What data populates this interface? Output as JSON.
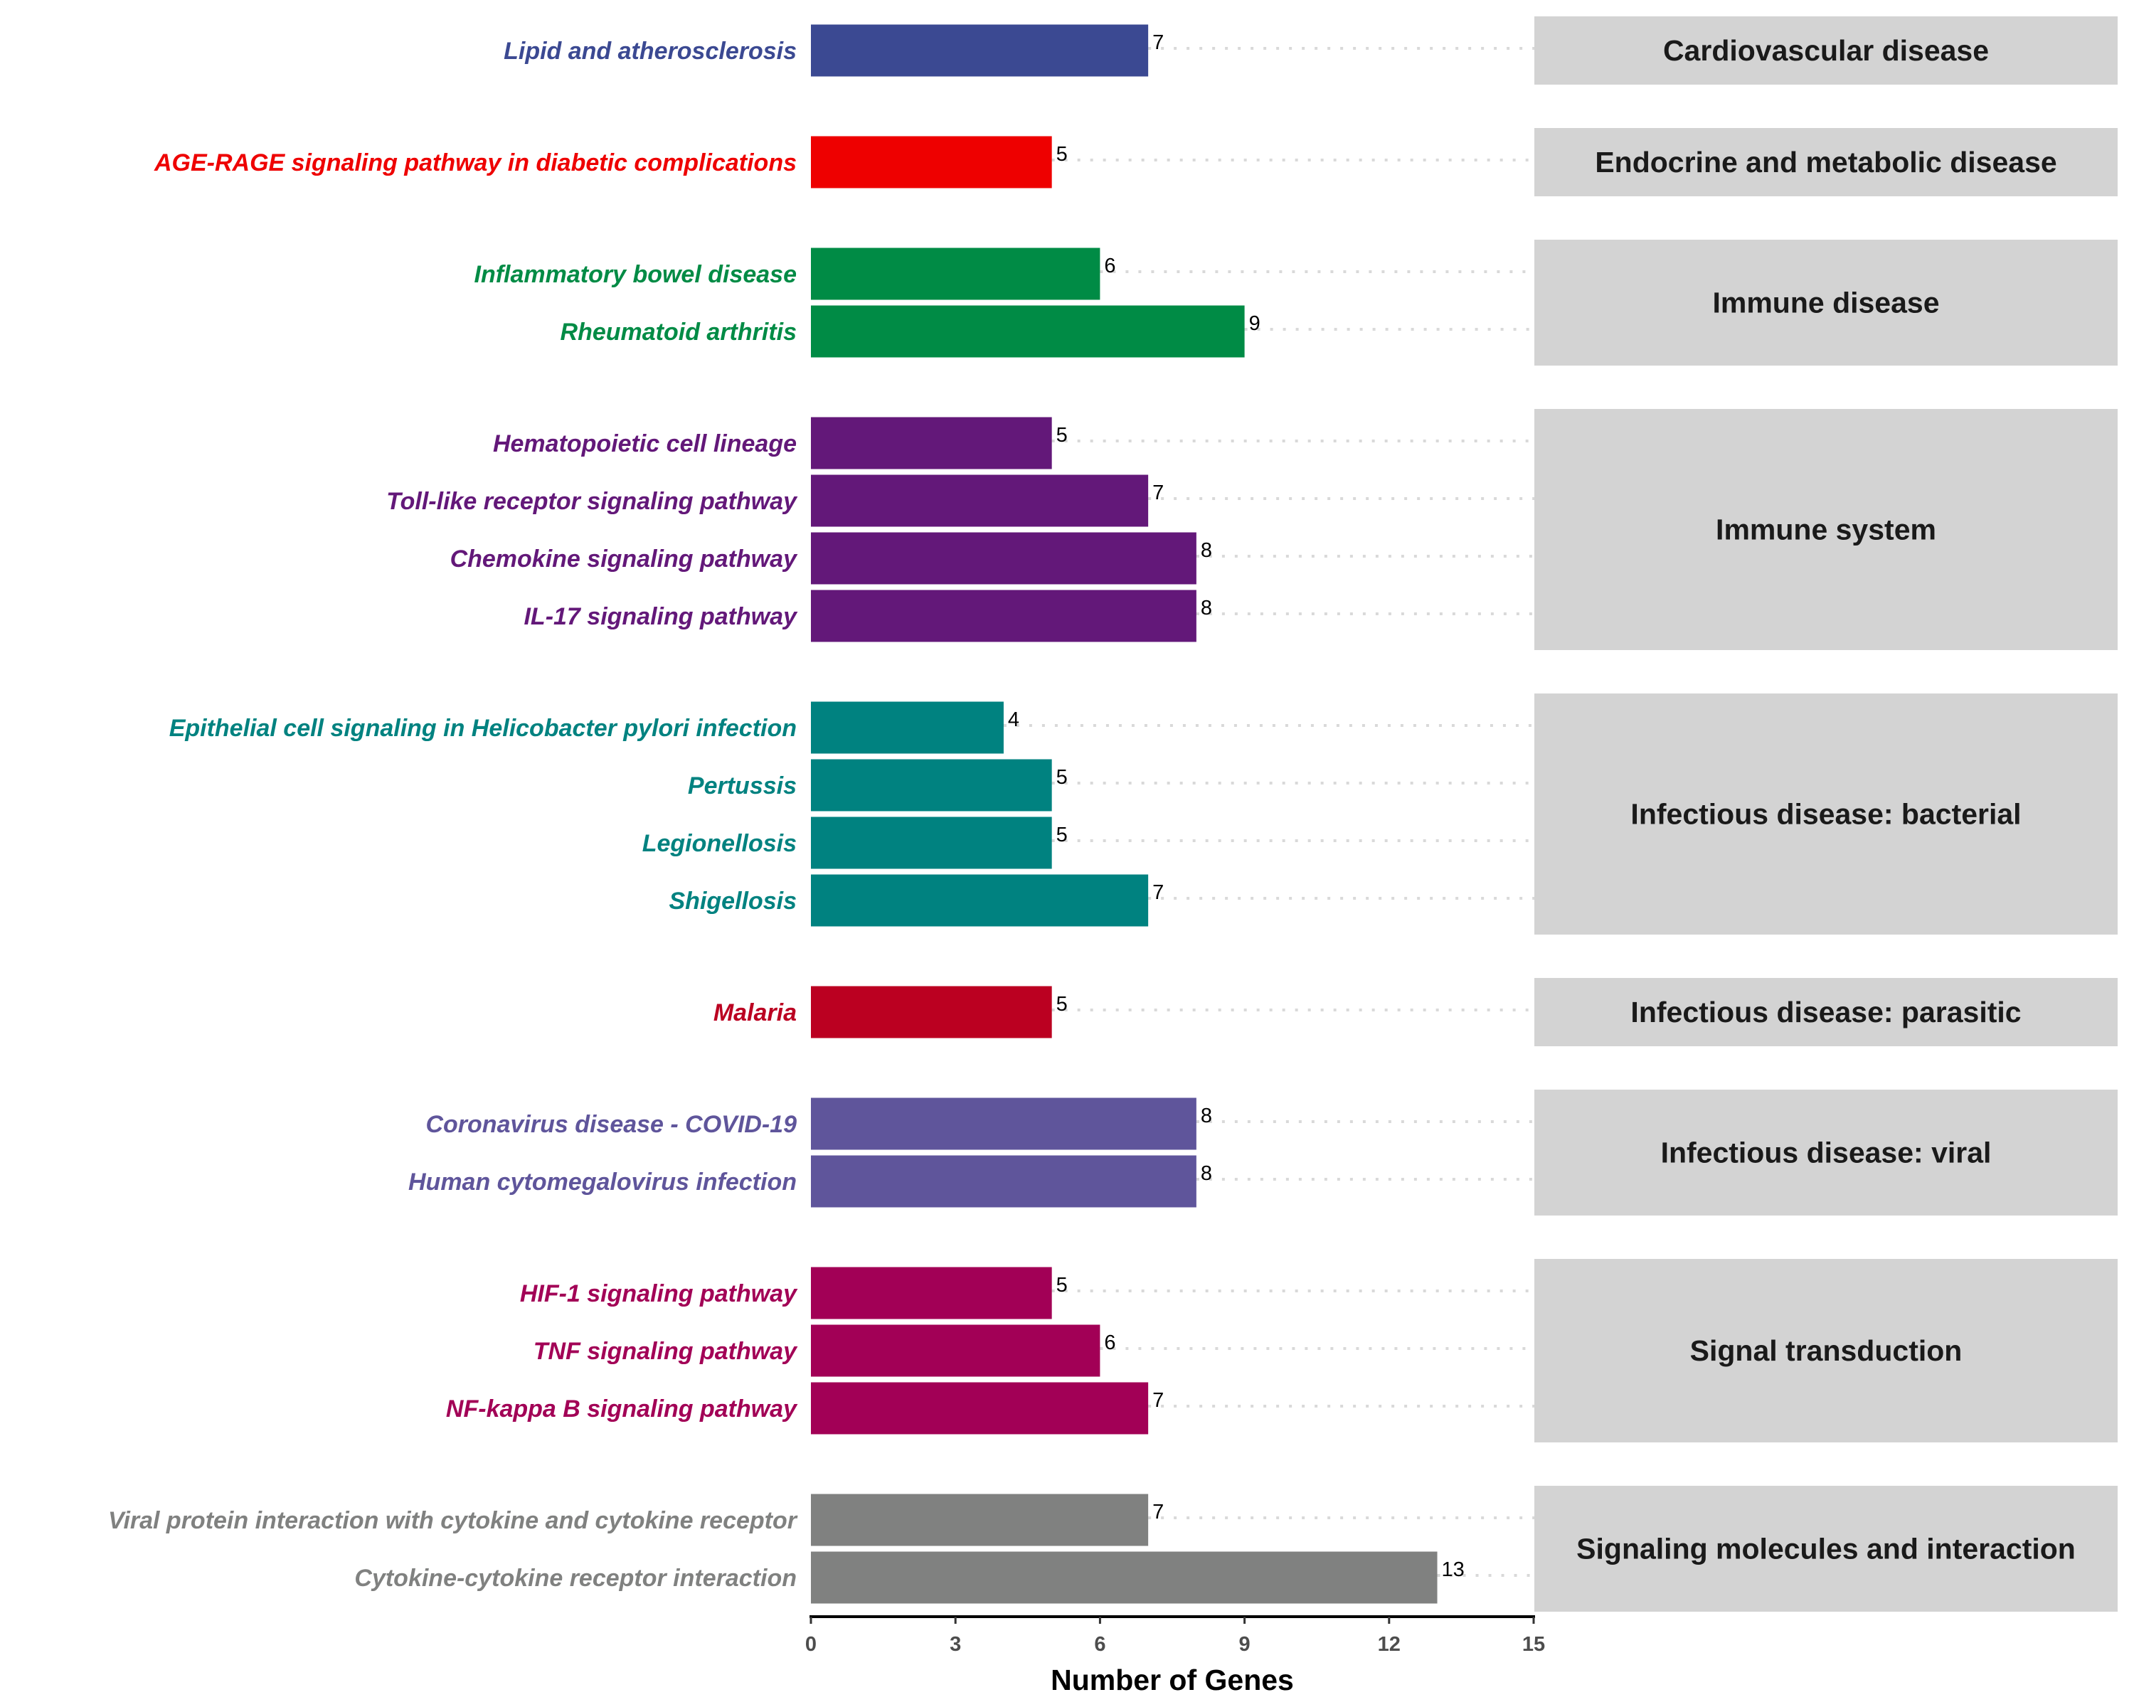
{
  "chart_data": {
    "type": "bar",
    "orientation": "horizontal",
    "title": "",
    "xlabel": "Number of Genes",
    "ylabel": "",
    "xlim": [
      0,
      15
    ],
    "xticks": [
      0,
      3,
      6,
      9,
      12,
      15
    ],
    "grid": "dotted horizontal guide lines from bar end to facet strip",
    "legend": "none",
    "facets": [
      {
        "name": "Cardiovascular disease",
        "color": "#3B4992",
        "items": [
          {
            "label": "Lipid and atherosclerosis",
            "value": 7
          }
        ]
      },
      {
        "name": "Endocrine and metabolic disease",
        "color": "#EE0000",
        "items": [
          {
            "label": "AGE-RAGE signaling pathway in diabetic complications",
            "value": 5
          }
        ]
      },
      {
        "name": "Immune disease",
        "color": "#008B45",
        "items": [
          {
            "label": "Inflammatory bowel disease",
            "value": 6
          },
          {
            "label": "Rheumatoid arthritis",
            "value": 9
          }
        ]
      },
      {
        "name": "Immune system",
        "color": "#631879",
        "items": [
          {
            "label": "Hematopoietic cell lineage",
            "value": 5
          },
          {
            "label": "Toll-like receptor signaling pathway",
            "value": 7
          },
          {
            "label": "Chemokine signaling pathway",
            "value": 8
          },
          {
            "label": "IL-17 signaling pathway",
            "value": 8
          }
        ]
      },
      {
        "name": "Infectious disease: bacterial",
        "color": "#008280",
        "items": [
          {
            "label": "Epithelial cell signaling in Helicobacter pylori infection",
            "value": 4
          },
          {
            "label": "Pertussis",
            "value": 5
          },
          {
            "label": "Legionellosis",
            "value": 5
          },
          {
            "label": "Shigellosis",
            "value": 7
          }
        ]
      },
      {
        "name": "Infectious disease: parasitic",
        "color": "#BB0021",
        "items": [
          {
            "label": "Malaria",
            "value": 5
          }
        ]
      },
      {
        "name": "Infectious disease: viral",
        "color": "#5F559B",
        "items": [
          {
            "label": "Coronavirus disease - COVID-19",
            "value": 8
          },
          {
            "label": "Human cytomegalovirus infection",
            "value": 8
          }
        ]
      },
      {
        "name": "Signal transduction",
        "color": "#A20056",
        "items": [
          {
            "label": "HIF-1 signaling pathway",
            "value": 5
          },
          {
            "label": "TNF signaling pathway",
            "value": 6
          },
          {
            "label": "NF-kappa B signaling pathway",
            "value": 7
          }
        ]
      },
      {
        "name": "Signaling molecules and interaction",
        "color": "#808180",
        "items": [
          {
            "label": "Viral protein interaction with cytokine and cytokine receptor",
            "value": 7
          },
          {
            "label": "Cytokine-cytokine receptor interaction",
            "value": 13
          }
        ]
      }
    ]
  },
  "colors": {
    "strip_fill": "#D3D3D3",
    "strip_text": "#1A1A1A",
    "guide_line": "#D9D9D9",
    "axis_line": "#000000",
    "tick_text": "#4D4D4D"
  }
}
